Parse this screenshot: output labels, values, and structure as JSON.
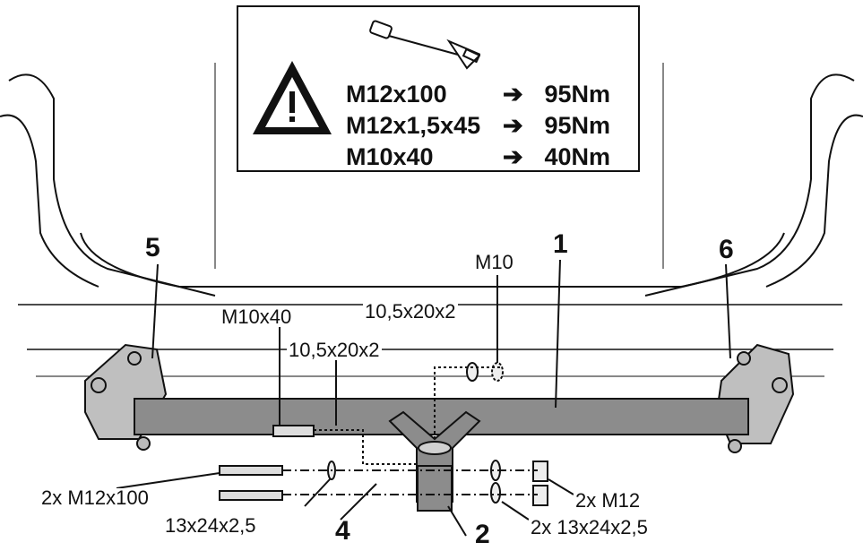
{
  "warning": {
    "icon": "warning-triangle-icon",
    "tool_icon": "torque-wrench-icon",
    "rows": [
      {
        "spec": "M12x100",
        "arrow": "➔",
        "torque": "95Nm"
      },
      {
        "spec": "M12x1,5x45",
        "arrow": "➔",
        "torque": "95Nm"
      },
      {
        "spec": "M10x40",
        "arrow": "➔",
        "torque": "40Nm"
      }
    ]
  },
  "callouts": {
    "part_1": "1",
    "part_2": "2",
    "part_4": "4",
    "part_5": "5",
    "part_6": "6",
    "m10": "M10",
    "m10x40": "M10x40",
    "washer_upper": "10,5x20x2",
    "washer_lower": "10,5x20x2",
    "bolts_left": "2x M12x100",
    "washer_left": "13x24x2,5",
    "nuts_right": "2x M12",
    "washers_right": "2x 13x24x2,5"
  }
}
